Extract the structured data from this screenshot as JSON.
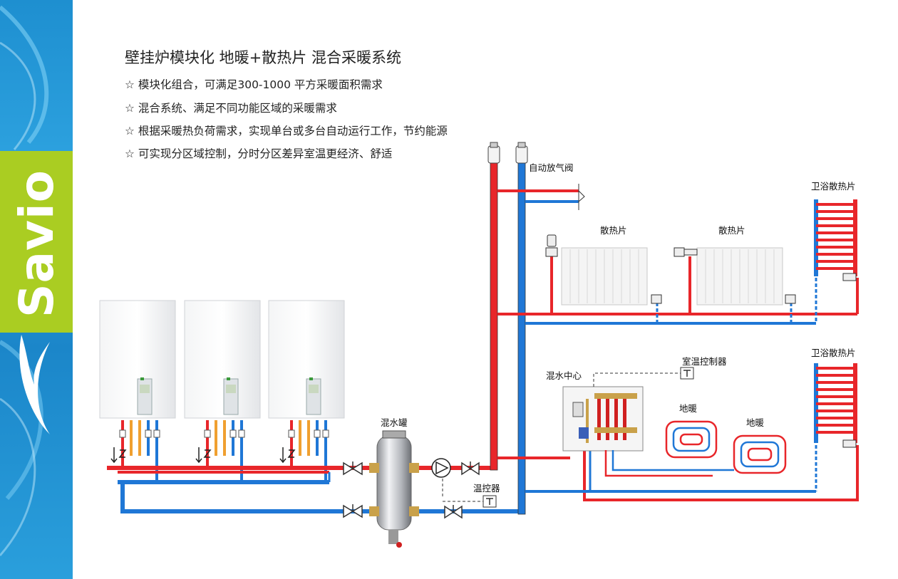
{
  "brand": {
    "name": "Savio"
  },
  "header": {
    "title": "壁挂炉模块化  地暖+散热片 混合采暖系统",
    "bullet_symbol": "☆",
    "bullets": [
      "模块化组合，可满足300-1000 平方采暖面积需求",
      "混合系统、满足不同功能区域的采暖需求",
      "根据采暖热负荷需求，实现单台或多台自动运行工作，节约能源",
      "可实现分区域控制，分时分区差异室温更经济、舒适"
    ]
  },
  "diagram": {
    "labels": {
      "auto_air_valve": "自动放气阀",
      "radiator_1": "散热片",
      "radiator_2": "散热片",
      "bath_radiator_top": "卫浴散热片",
      "bath_radiator_bottom": "卫浴散热片",
      "room_thermostat": "室温控制器",
      "mixing_center": "混水中心",
      "floor_heating_1": "地暖",
      "floor_heating_2": "地暖",
      "mixing_tank": "混水罐",
      "temp_controller": "温控器"
    },
    "colors": {
      "supply_pipe": "#e8262a",
      "return_pipe": "#1f77d6",
      "sidebar_blue": "#1e8fd0",
      "brand_green": "#aacd22"
    }
  }
}
